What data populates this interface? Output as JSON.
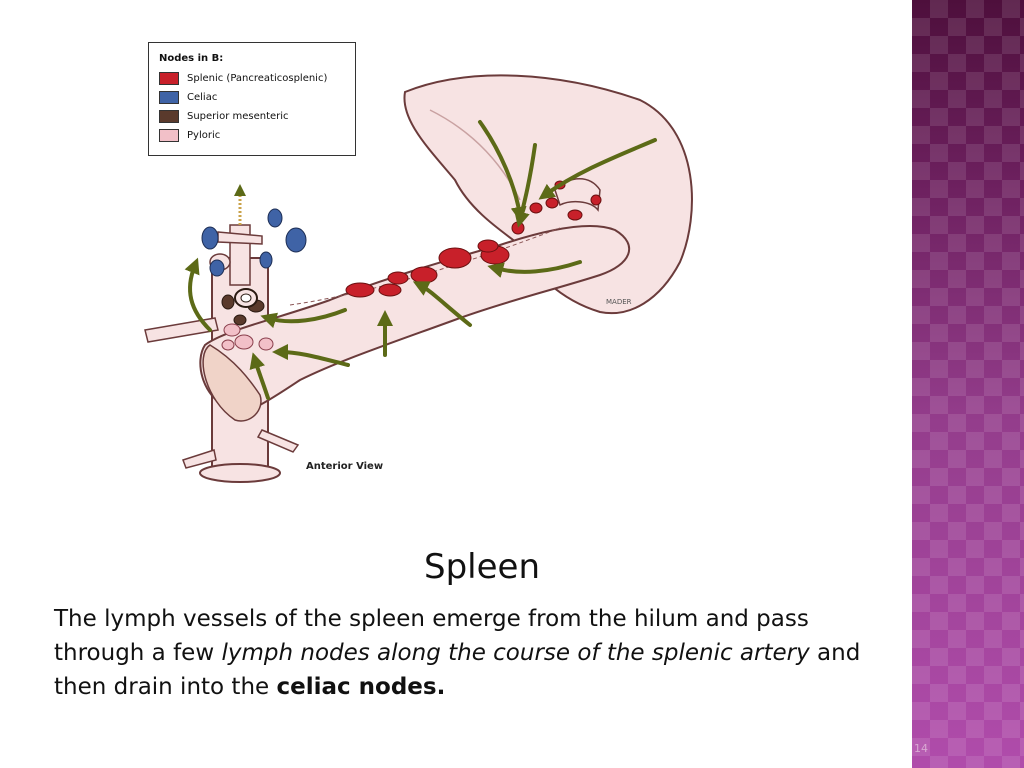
{
  "legend": {
    "title": "Nodes in B:",
    "items": [
      {
        "label": "Splenic (Pancreaticosplenic)",
        "color": "#c8202a"
      },
      {
        "label": "Celiac",
        "color": "#3f63a6"
      },
      {
        "label": "Superior mesenteric",
        "color": "#5a3a2c"
      },
      {
        "label": "Pyloric",
        "color": "#f2c0c8"
      }
    ]
  },
  "figure": {
    "view_label": "Anterior View",
    "signature": "MADER"
  },
  "slide": {
    "title": "Spleen",
    "body": {
      "part1": "The lymph vessels of the spleen emerge from the hilum and pass through a few ",
      "italic": "lymph nodes along the course of the splenic artery",
      "part2": " and then drain into the ",
      "bold": "celiac nodes."
    },
    "page_number": "14"
  },
  "colors": {
    "accent_band": "#7a2a6e",
    "organ_fill": "#f7e3e3",
    "arrow_green": "#5c6a17"
  }
}
